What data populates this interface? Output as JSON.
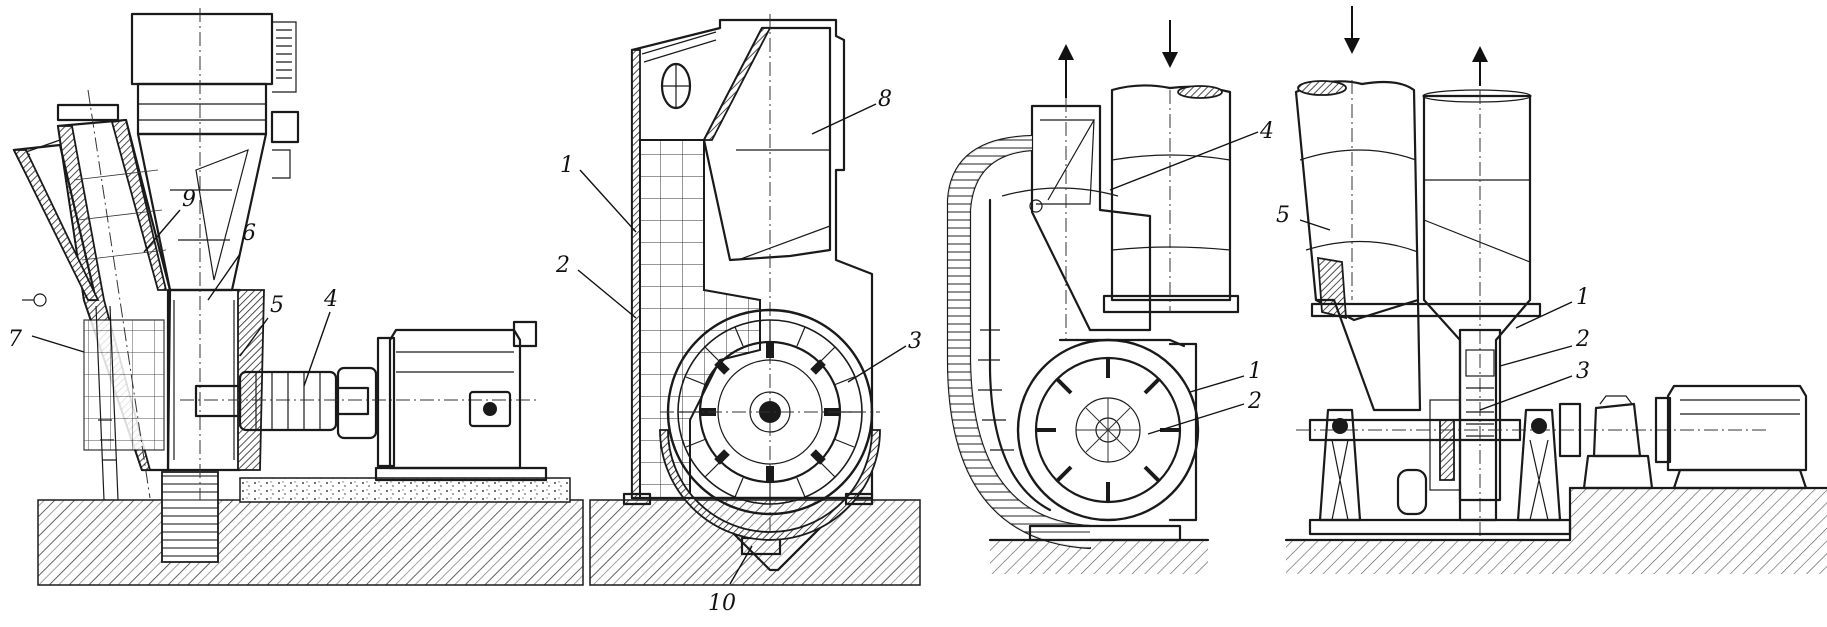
{
  "figures": [
    {
      "id": "mill-a",
      "callouts": [
        "9",
        "6",
        "5",
        "4",
        "7"
      ]
    },
    {
      "id": "mill-b",
      "callouts": [
        "8",
        "1",
        "2",
        "3",
        "10"
      ]
    },
    {
      "id": "mill-c",
      "callouts": [
        "4",
        "1",
        "2"
      ]
    },
    {
      "id": "mill-d",
      "callouts": [
        "5",
        "1",
        "2",
        "3"
      ]
    }
  ],
  "icons": {
    "flow_out": "up-arrow-icon",
    "flow_in": "down-arrow-icon"
  },
  "colors": {
    "ink": "#1a1a1a",
    "paper": "#ffffff"
  }
}
